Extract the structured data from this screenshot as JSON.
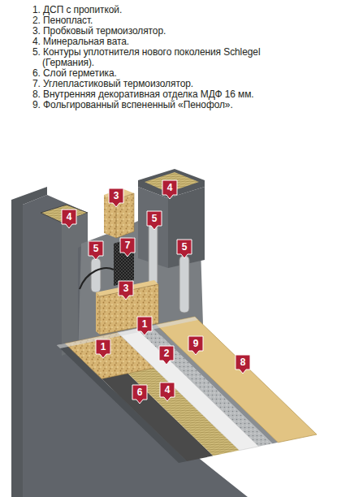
{
  "diagram": {
    "labels": [
      "1. ДСП с пропиткой.",
      "2. Пенопласт.",
      "3. Пробковый термоизолятор.",
      "4. Минеральная вата.",
      "5. Контуры уплотнителя нового поколения Schlegel (Германия).",
      "6. Слой герметика.",
      "7. Углепластиковый термоизолятор.",
      "8. Внутренняя декоративная отделка МДФ 16 мм.",
      "9. Фольгированный вспененный «Пенофол».",
      "3",
      "4",
      "4",
      "5",
      "5",
      "7",
      "5",
      "3",
      "1",
      "1",
      "2",
      "9",
      "8",
      "6",
      "4"
    ]
  }
}
